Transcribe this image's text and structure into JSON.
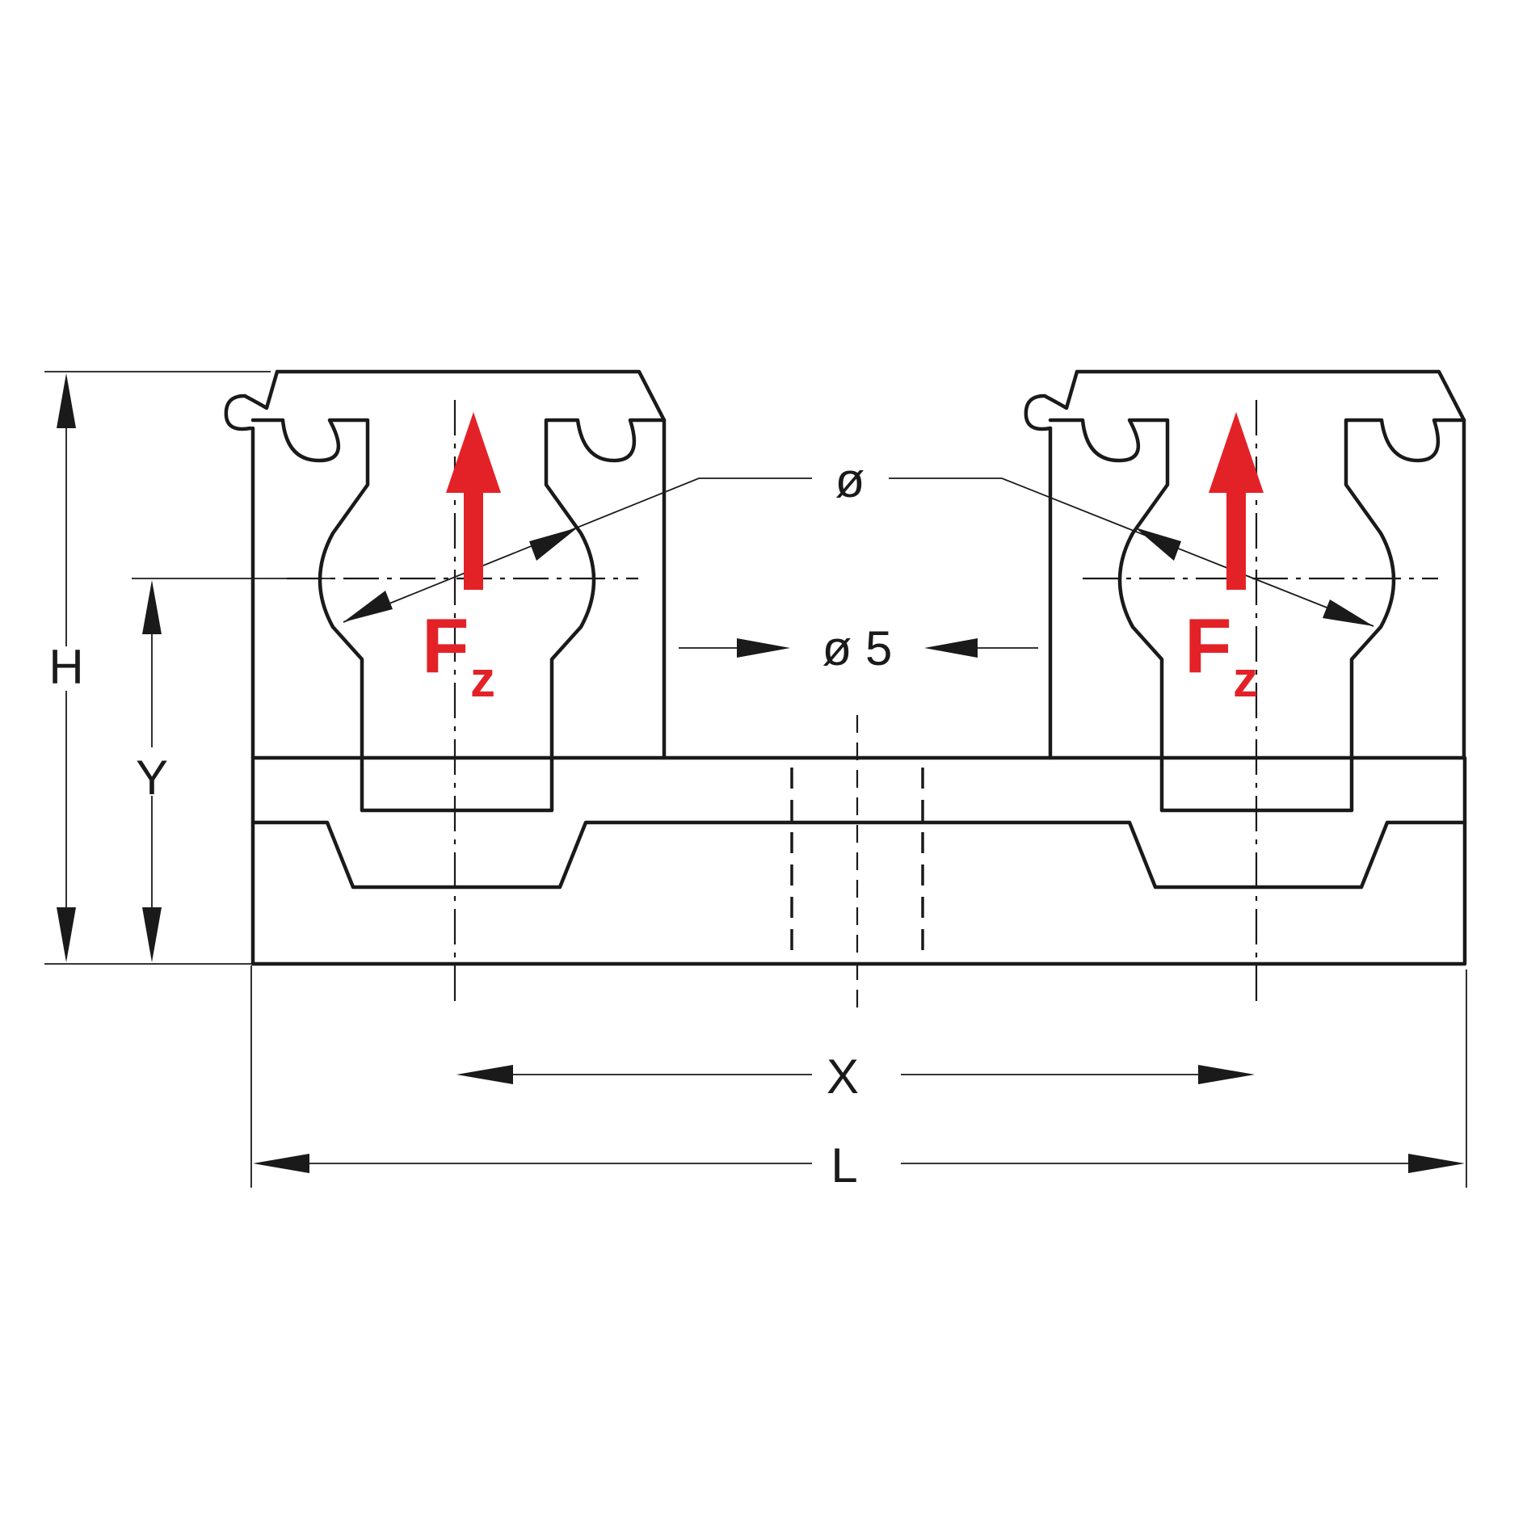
{
  "labels": {
    "height": "H",
    "center_height": "Y",
    "ball_diameter": "ø",
    "hole_diameter": "ø 5",
    "center_distance": "X",
    "length": "L"
  },
  "force": {
    "symbol": "F",
    "subscript": "z",
    "color": "#e32228"
  },
  "colors": {
    "line": "#1a1a1a",
    "background": "#ffffff"
  }
}
